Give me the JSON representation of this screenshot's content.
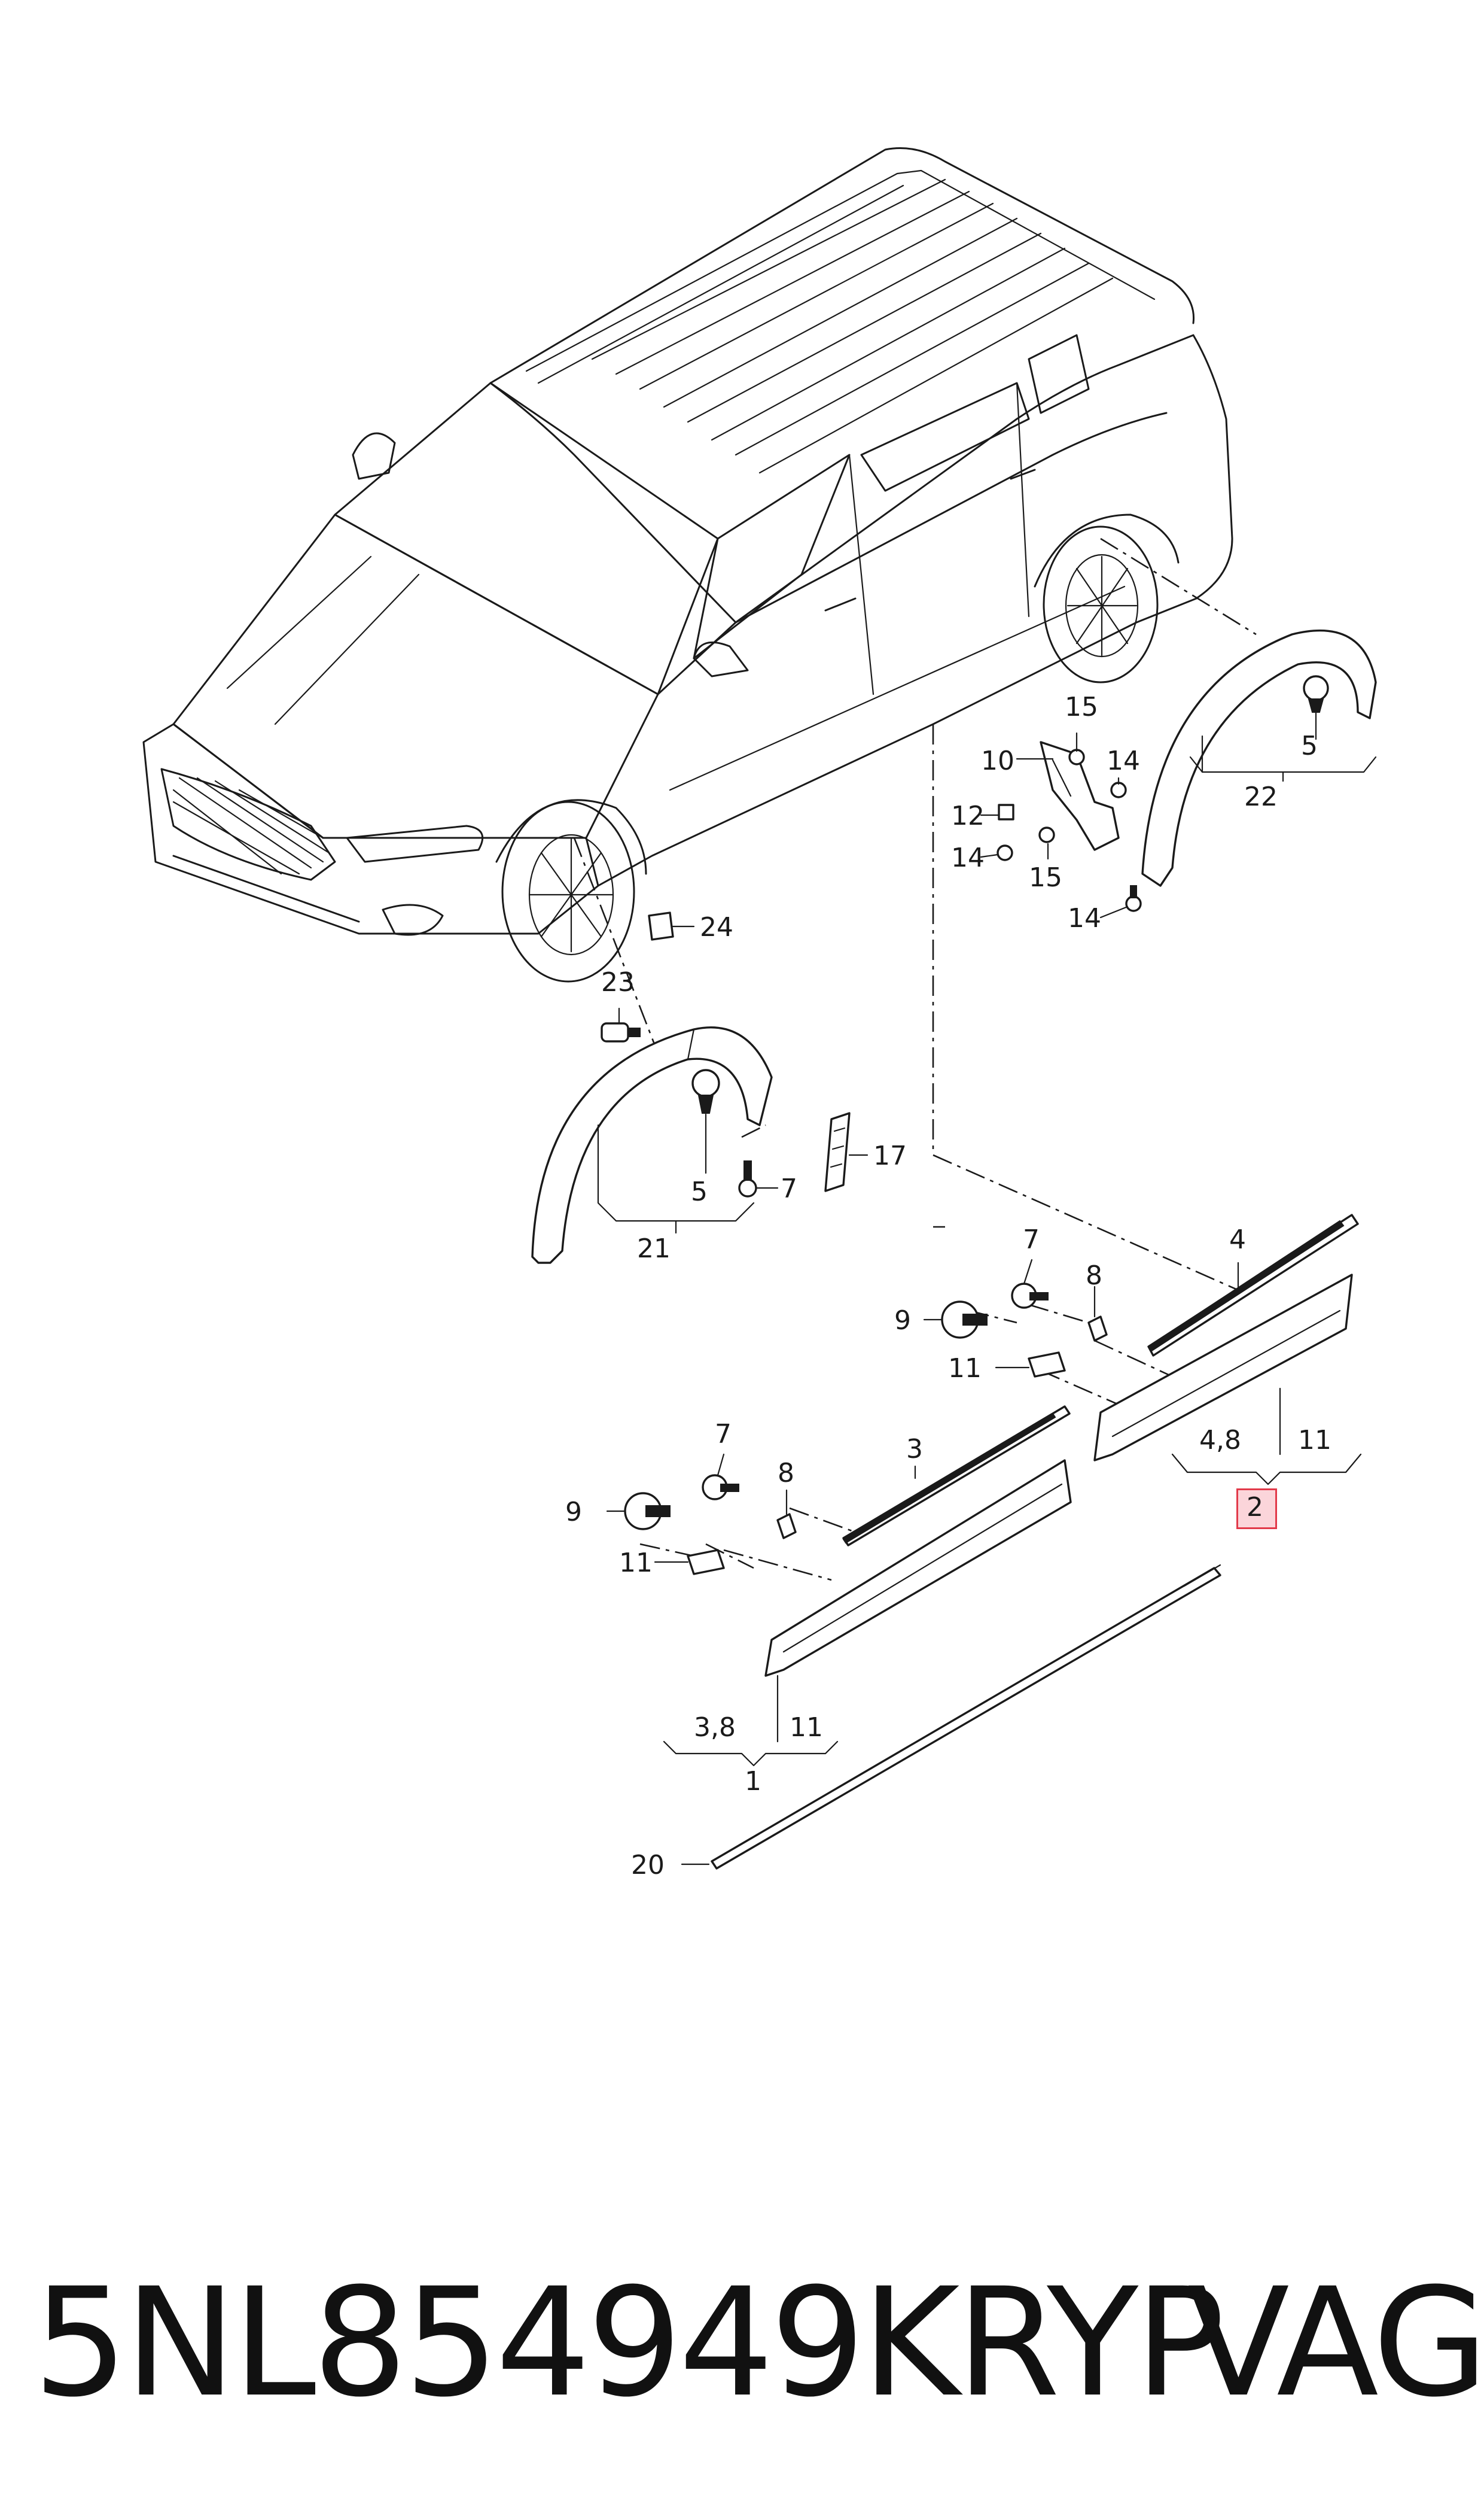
{
  "callouts": {
    "c1": "1",
    "c2": "2",
    "c3": "3",
    "c3_8": "3,8",
    "c4": "4",
    "c4_8": "4,8",
    "c5a": "5",
    "c5b": "5",
    "c7a": "7",
    "c7b": "7",
    "c7c": "7",
    "c8a": "8",
    "c8b": "8",
    "c9a": "9",
    "c9b": "9",
    "c10": "10",
    "c11a": "11",
    "c11b": "11",
    "c11c": "11",
    "c11d": "11",
    "c12": "12",
    "c14a": "14",
    "c14b": "14",
    "c14c": "14",
    "c15a": "15",
    "c15b": "15",
    "c17": "17",
    "c20": "20",
    "c21": "21",
    "c22": "22",
    "c23": "23",
    "c24": "24"
  },
  "highlighted_callout": "2",
  "highlight_color": "#e23a4a",
  "part_number": "5NL854949KRYP",
  "brand": "VAG"
}
